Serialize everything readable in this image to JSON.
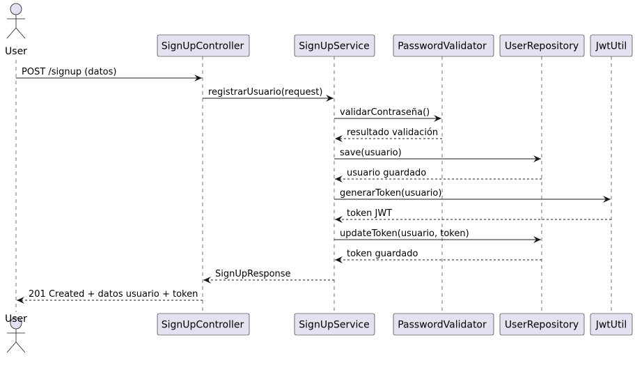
{
  "participants": [
    {
      "id": "user",
      "label": "User",
      "kind": "actor"
    },
    {
      "id": "controller",
      "label": "SignUpController",
      "kind": "box"
    },
    {
      "id": "service",
      "label": "SignUpService",
      "kind": "box"
    },
    {
      "id": "validator",
      "label": "PasswordValidator",
      "kind": "box"
    },
    {
      "id": "repository",
      "label": "UserRepository",
      "kind": "box"
    },
    {
      "id": "jwt",
      "label": "JwtUtil",
      "kind": "box"
    }
  ],
  "messages": [
    {
      "from": "user",
      "to": "controller",
      "label": "POST /signup (datos)",
      "style": "sync"
    },
    {
      "from": "controller",
      "to": "service",
      "label": "registrarUsuario(request)",
      "style": "sync"
    },
    {
      "from": "service",
      "to": "validator",
      "label": "validarContraseña()",
      "style": "sync"
    },
    {
      "from": "validator",
      "to": "service",
      "label": "resultado validación",
      "style": "return"
    },
    {
      "from": "service",
      "to": "repository",
      "label": "save(usuario)",
      "style": "sync"
    },
    {
      "from": "repository",
      "to": "service",
      "label": "usuario guardado",
      "style": "return"
    },
    {
      "from": "service",
      "to": "jwt",
      "label": "generarToken(usuario)",
      "style": "sync"
    },
    {
      "from": "jwt",
      "to": "service",
      "label": "token JWT",
      "style": "return"
    },
    {
      "from": "service",
      "to": "repository",
      "label": "updateToken(usuario, token)",
      "style": "sync"
    },
    {
      "from": "repository",
      "to": "service",
      "label": "token guardado",
      "style": "return"
    },
    {
      "from": "service",
      "to": "controller",
      "label": "SignUpResponse",
      "style": "return"
    },
    {
      "from": "controller",
      "to": "user",
      "label": "201 Created + datos usuario + token",
      "style": "return"
    }
  ],
  "colors": {
    "participant_fill": "#e2e2f0",
    "participant_border": "#181818",
    "lifeline": "#181818",
    "arrow": "#181818",
    "text": "#000000"
  }
}
